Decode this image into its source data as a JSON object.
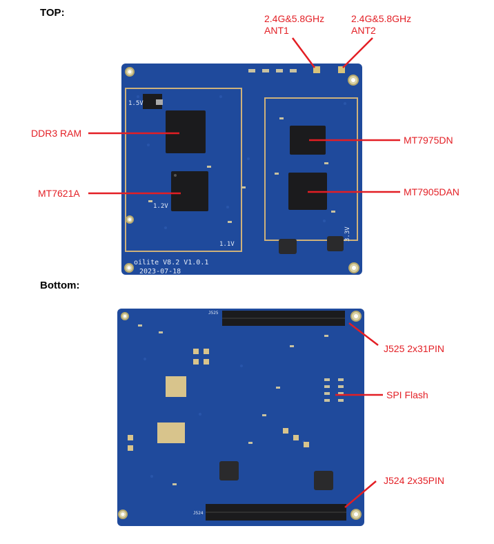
{
  "sections": {
    "top_title": "TOP:",
    "bottom_title": "Bottom:"
  },
  "top_board": {
    "silkscreen_model": "oilite V8.2 V1.0.1",
    "silkscreen_date": "2023-07-18",
    "voltage_labels": [
      "1.5V",
      "1.2V",
      "1.1V",
      "3.3V"
    ],
    "callouts": {
      "ant1": [
        "2.4G&5.8GHz",
        "ANT1"
      ],
      "ant2": [
        "2.4G&5.8GHz",
        "ANT2"
      ],
      "ddr3": "DDR3 RAM",
      "mt7621a": "MT7621A",
      "mt7975dn": "MT7975DN",
      "mt7905dan": "MT7905DAN"
    }
  },
  "bottom_board": {
    "connector_top_ref": "J525",
    "connector_bottom_ref": "J524",
    "callouts": {
      "j525": "J525 2x31PIN",
      "spi_flash": "SPI Flash",
      "j524": "J524 2x35PIN"
    }
  },
  "colors": {
    "pcb_blue": "#1f4a9c",
    "pcb_dark": "#173a80",
    "callout_red": "#e31e24",
    "chip_black": "#1b1b1d",
    "gold_pad": "#cfb27a"
  }
}
